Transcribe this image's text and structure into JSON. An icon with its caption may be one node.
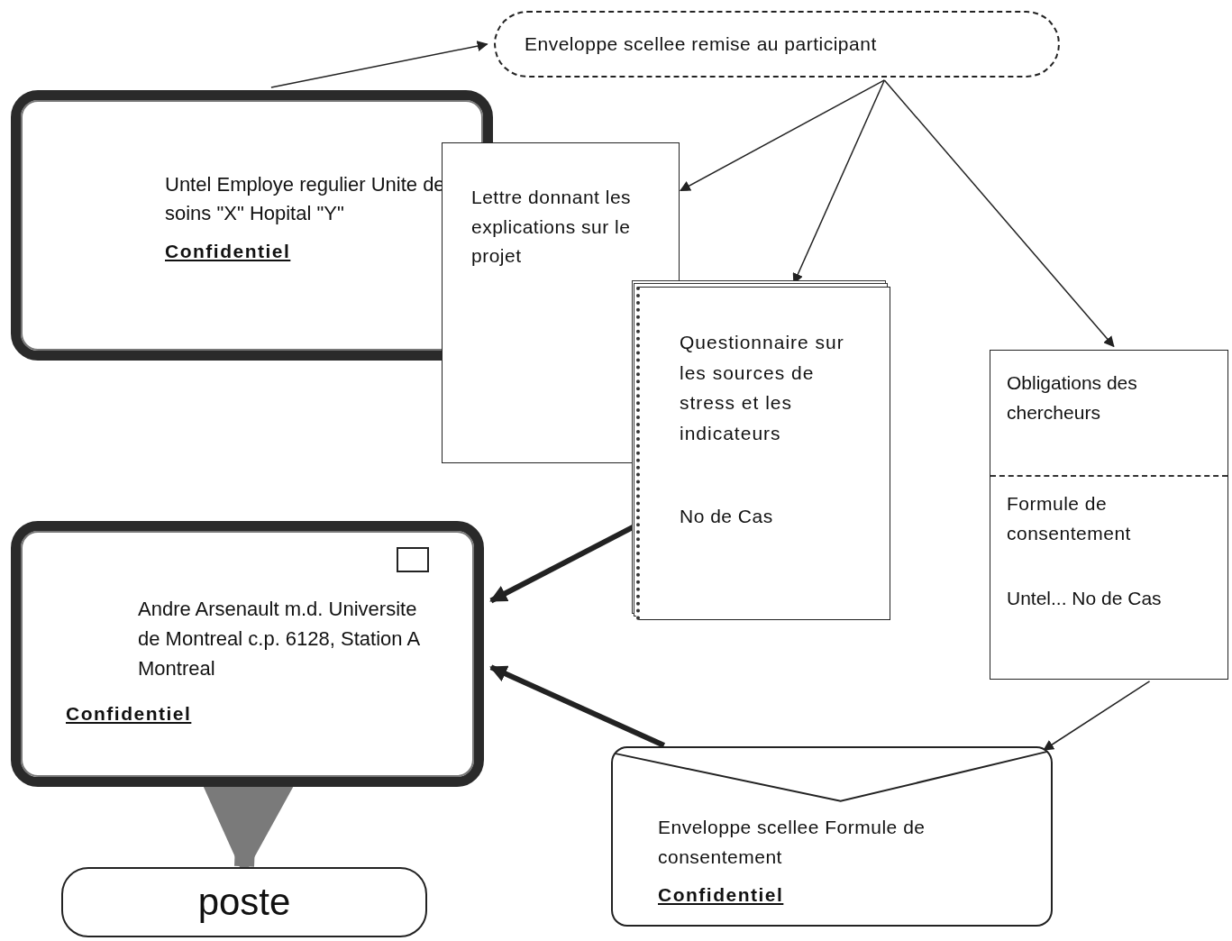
{
  "diagram": {
    "nodes": [
      {
        "text": [
          "Enveloppe scellee remise au participant"
        ]
      },
      {
        "text": [
          "Untel Employe regulier Unite de soins \"X\" Hopital \"Y\"",
          "Confidentiel"
        ]
      },
      {
        "text": [
          "Lettre donnant les explications sur le projet"
        ]
      },
      {
        "text": [
          "Questionnaire sur les sources de stress et les indicateurs",
          "No de Cas"
        ]
      },
      {
        "text": [
          "Obligations des chercheurs",
          "Formule de consentement",
          "Untel... No de Cas"
        ]
      },
      {
        "text": [
          "Andre Arsenault m.d. Universite de Montreal c.p. 6128, Station A Montreal",
          "Confidentiel"
        ]
      },
      {
        "text": [
          "Enveloppe scellee Formule de consentement",
          "Confidentiel"
        ]
      },
      {
        "text": [
          "poste"
        ]
      }
    ],
    "edges": [
      {
        "from": 1,
        "to": 0,
        "arrow": "to"
      },
      {
        "from": 0,
        "to": 2,
        "arrow": "to"
      },
      {
        "from": 0,
        "to": 3,
        "arrow": "to"
      },
      {
        "from": 0,
        "to": 4,
        "arrow": "to"
      },
      {
        "from": 3,
        "to": 5,
        "arrow": "to",
        "style": "thick"
      },
      {
        "from": 6,
        "to": 5,
        "arrow": "to",
        "style": "thick"
      },
      {
        "from": 4,
        "to": 6,
        "arrow": "to"
      },
      {
        "from": 5,
        "to": 7,
        "arrow": "to",
        "style": "thick",
        "color": "#7a7a7a"
      }
    ]
  }
}
